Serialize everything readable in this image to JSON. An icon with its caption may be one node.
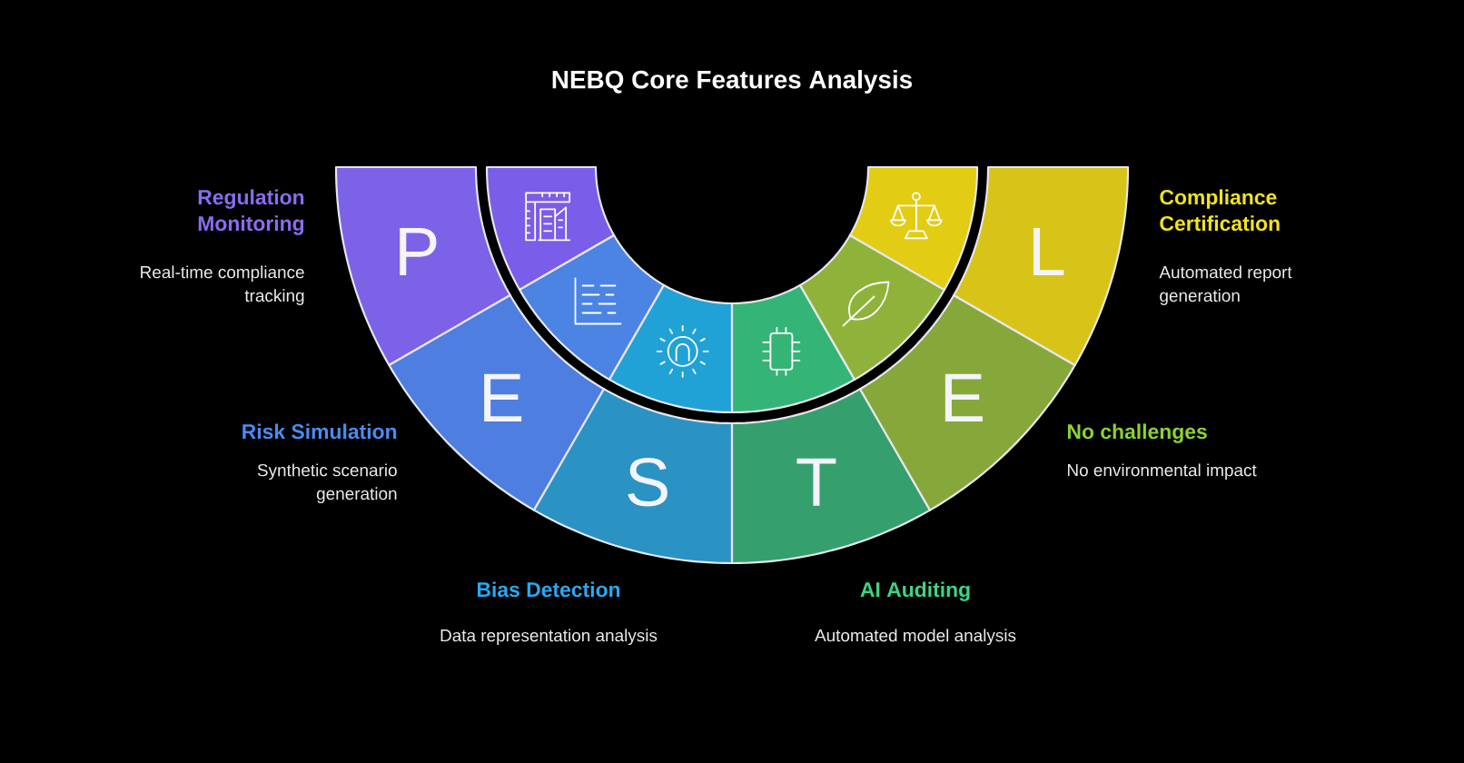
{
  "diagram": {
    "title": "NEBQ Core Features Analysis",
    "nodes": [
      {
        "text": [
          "P"
        ],
        "beside": [
          "Regulation Monitoring",
          "Real-time compliance tracking"
        ]
      },
      {
        "text": [
          "E"
        ],
        "beside": [
          "Risk Simulation",
          "Synthetic scenario generation"
        ]
      },
      {
        "text": [
          "S"
        ],
        "beside": [
          "Bias Detection",
          "Data representation analysis"
        ]
      },
      {
        "text": [
          "T"
        ],
        "beside": [
          "AI Auditing",
          "Automated model analysis"
        ]
      },
      {
        "text": [
          "E"
        ],
        "beside": [
          "No challenges",
          "No environmental impact"
        ]
      },
      {
        "text": [
          "L"
        ],
        "beside": [
          "Compliance Certification",
          "Automated report generation"
        ]
      },
      {
        "text": [],
        "shape": "picture"
      },
      {
        "text": [],
        "shape": "picture"
      },
      {
        "text": [],
        "shape": "picture"
      },
      {
        "text": [],
        "shape": "picture"
      },
      {
        "text": [],
        "shape": "picture"
      },
      {
        "text": [],
        "shape": "picture"
      }
    ]
  }
}
